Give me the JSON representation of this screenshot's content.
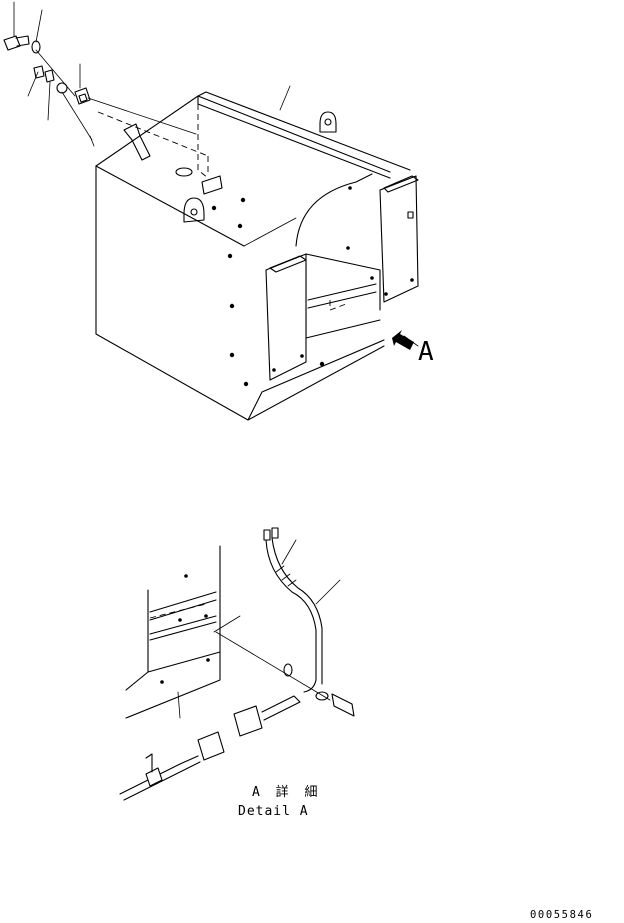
{
  "view_a_arrow_label": "A",
  "detail_caption": {
    "line1": "A 詳 細",
    "line2": "Detail A"
  },
  "drawing_number": "00055846"
}
